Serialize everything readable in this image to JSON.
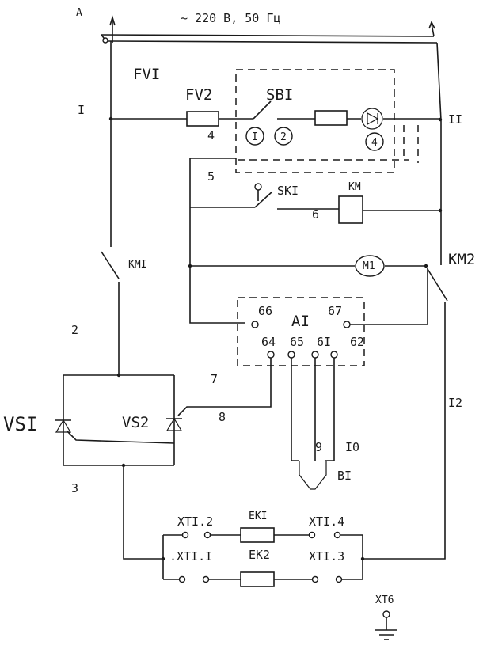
{
  "header": {
    "corner_mark": "A",
    "supply": "~ 220 В, 50 Гц"
  },
  "wires": [
    "I",
    "II",
    "2",
    "3",
    "4",
    "5",
    "6",
    "7",
    "8",
    "9",
    "I0",
    "I2"
  ],
  "components": {
    "fv1": "FVI",
    "fv2": "FV2",
    "sb1": "SBI",
    "sb1_pos1": "I",
    "sb1_pos2": "2",
    "lamp_mark": "4",
    "sk1": "SKI",
    "km_coil": "KM",
    "motor": "M1",
    "km1": "KMI",
    "km2": "KM2",
    "vs1": "VSI",
    "vs2": "VS2",
    "b1": "BI",
    "ek1": "EKI",
    "ek2": "EK2",
    "xt6": "XT6"
  },
  "a1": {
    "label": "AI",
    "pins": [
      "66",
      "67",
      "64",
      "65",
      "6I",
      "62"
    ]
  },
  "terminals": {
    "xt1_2": "XTI.2",
    "xt1_4": "XTI.4",
    "xt1_1": ".XTI.I",
    "xt1_3": "XTI.3"
  }
}
